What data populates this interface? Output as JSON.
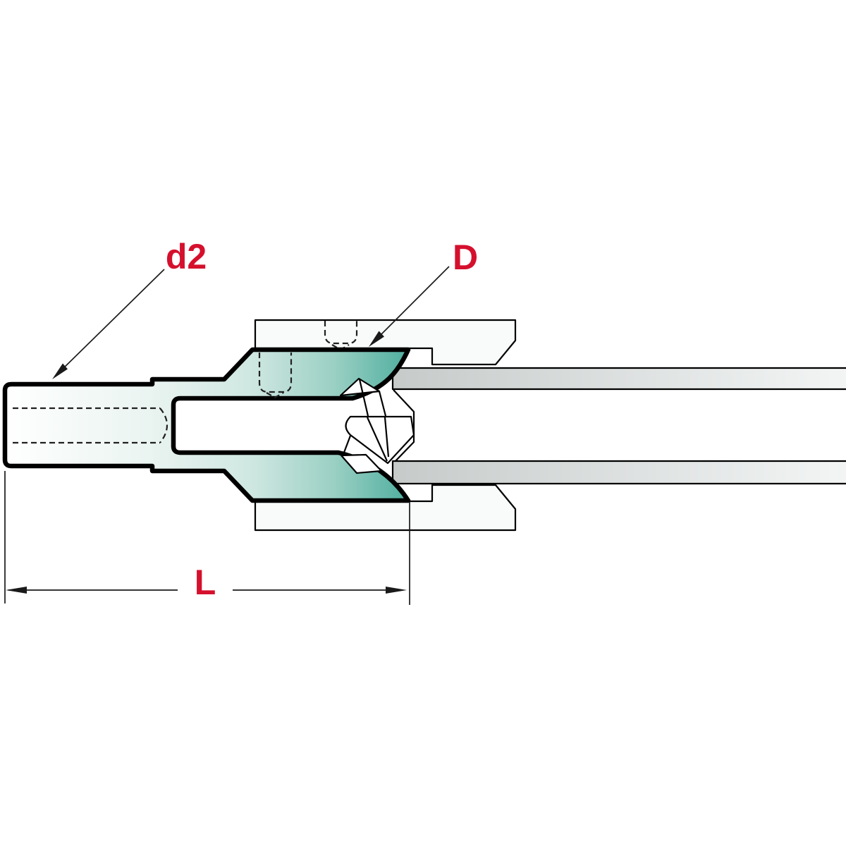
{
  "diagram": {
    "title": "Boring bit side-view technical drawing",
    "labels": {
      "shank_diameter": "d2",
      "cutting_diameter": "D",
      "overall_length": "L"
    },
    "colors": {
      "accent_red": "#d5102d",
      "cutter_teal": "#47ab9b",
      "cutter_teal_mid": "#cfe7e1",
      "cutter_teal_light": "#eaf4f1",
      "body_white": "#ffffff",
      "plate_white": "#f8fbfa",
      "rod_gray": "#c6cbca",
      "rod_gray_light": "#f3f5f5",
      "outline_black": "#000000"
    }
  }
}
